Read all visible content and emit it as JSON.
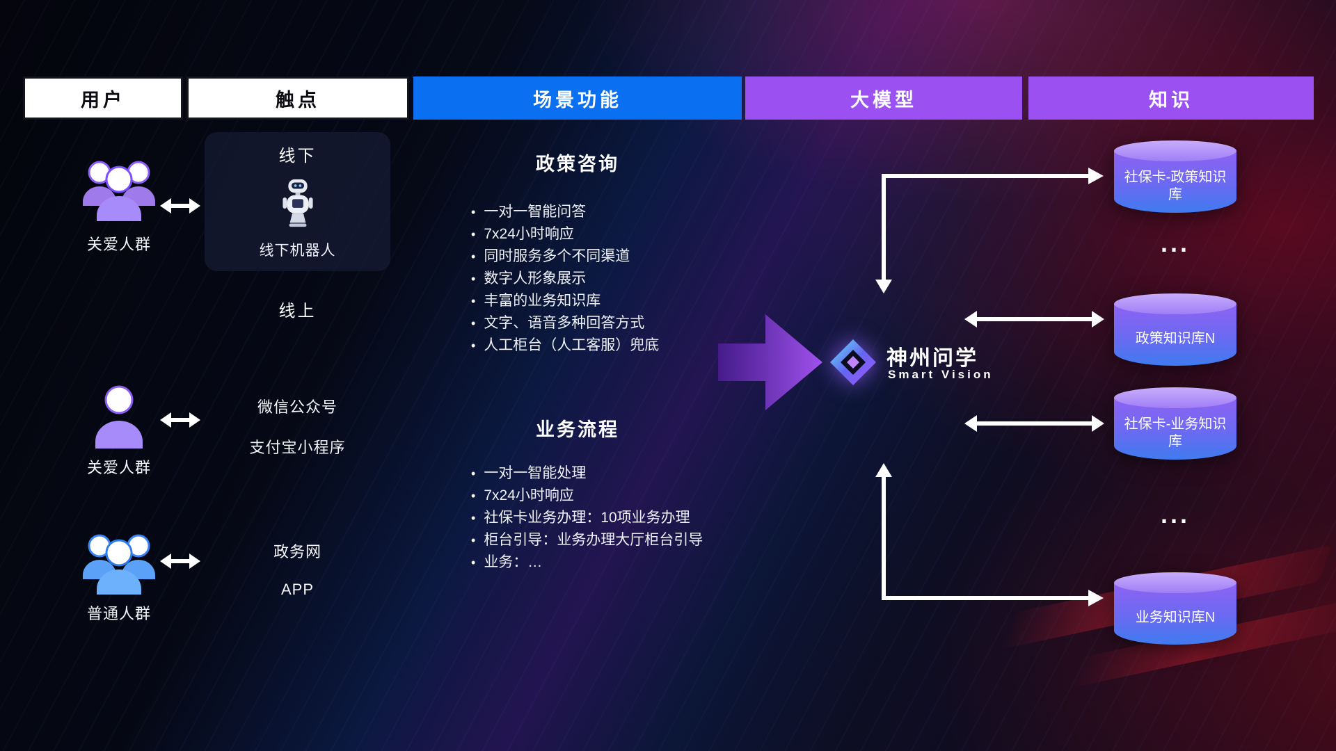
{
  "header": {
    "columns": [
      {
        "label": "用户"
      },
      {
        "label": "触点"
      },
      {
        "label": "场景功能"
      },
      {
        "label": "大模型"
      },
      {
        "label": "知识"
      }
    ]
  },
  "users": [
    {
      "label": "关爱人群",
      "icon": "users-group-purple-icon"
    },
    {
      "label": "关爱人群",
      "icon": "user-single-purple-icon"
    },
    {
      "label": "普通人群",
      "icon": "users-group-blue-icon"
    }
  ],
  "touchpoints": {
    "offline_title": "线下",
    "offline_robot_label": "线下机器人",
    "online_title": "线上",
    "channels": [
      "微信公众号",
      "支付宝小程序",
      "政务网",
      "APP"
    ]
  },
  "scenarios": [
    {
      "title": "政策咨询",
      "bullets": [
        "一对一智能问答",
        "7x24小时响应",
        "同时服务多个不同渠道",
        "数字人形象展示",
        "丰富的业务知识库",
        "文字、语音多种回答方式",
        "人工柜台（人工客服）兜底"
      ]
    },
    {
      "title": "业务流程",
      "bullets": [
        "一对一智能处理",
        "7x24小时响应",
        "社保卡业务办理：10项业务办理",
        "柜台引导：业务办理大厅柜台引导",
        "业务：…"
      ]
    }
  ],
  "model": {
    "name": "神州问学",
    "subtitle": "Smart Vision"
  },
  "knowledge": {
    "items": [
      {
        "label": "社保卡-政策知识库"
      },
      {
        "label": "政策知识库N"
      },
      {
        "label": "社保卡-业务知识库"
      },
      {
        "label": "业务知识库N"
      }
    ],
    "ellipsis": "..."
  },
  "colors": {
    "header_blue": "#0a6ff0",
    "header_purple": "#9b50f2",
    "cylinder_top": "#c7adfb",
    "cylinder_purple": "#8f63f3",
    "cylinder_blue": "#3f7bf0",
    "accent_red": "#cd2030",
    "arrow_white": "#ffffff"
  }
}
